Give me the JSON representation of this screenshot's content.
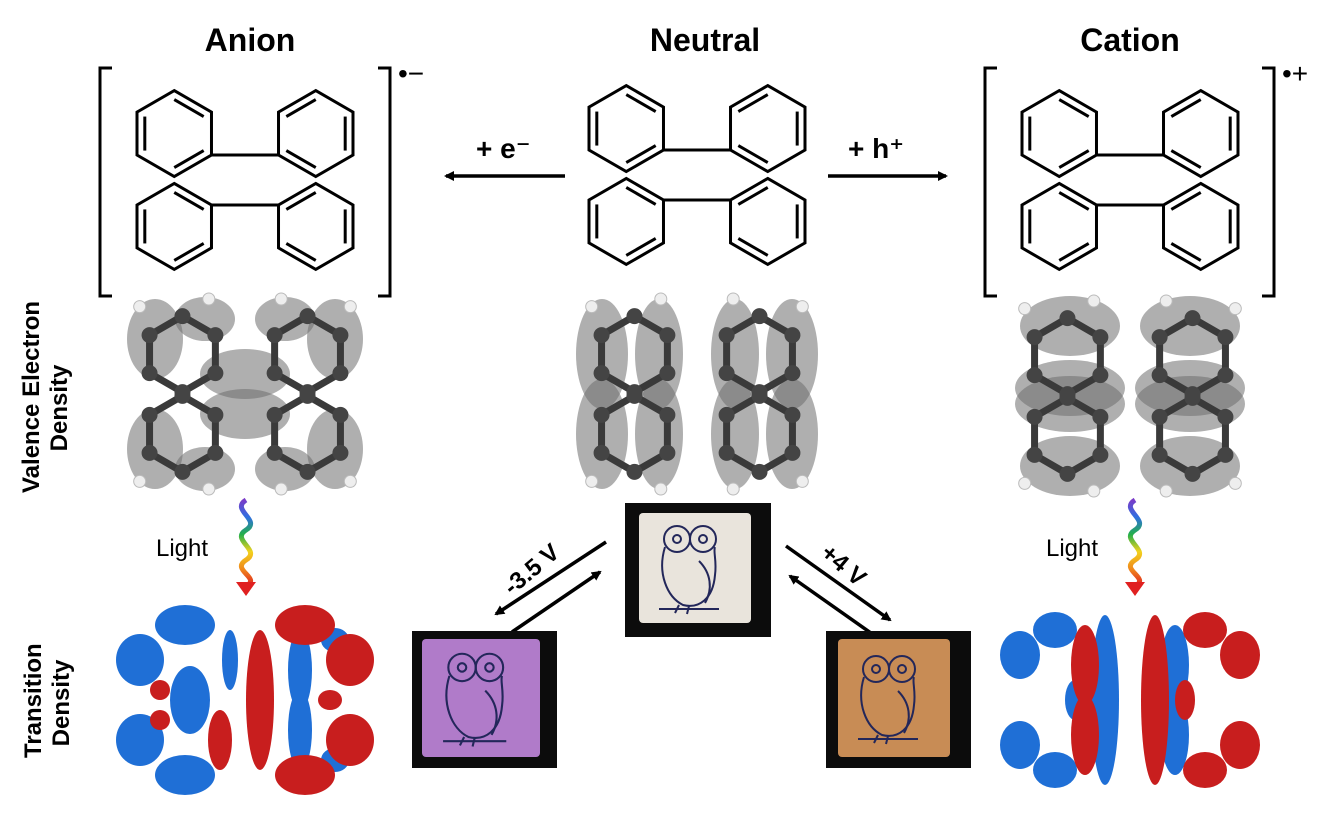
{
  "columns": {
    "anion": {
      "title": "Anion",
      "charge": "•−"
    },
    "neutral": {
      "title": "Neutral"
    },
    "cation": {
      "title": "Cation",
      "charge": "•+"
    }
  },
  "reactions": {
    "reduction": "+ e⁻",
    "oxidation": "+ h⁺"
  },
  "row_labels": {
    "valence": [
      "Valence Electron",
      "Density"
    ],
    "transition": [
      "Transition",
      "Density"
    ]
  },
  "stimulus": {
    "left": "Light",
    "right": "Light"
  },
  "voltages": {
    "negative": "-3.5 V",
    "positive": "+4 V"
  },
  "colors": {
    "density_gray": "#6e6e6e",
    "transition_blue": "#1f6fd6",
    "transition_red": "#c81e1e",
    "device_neutral": "#e9e4dc",
    "device_anion": "#b07bc9",
    "device_cation": "#c88c55"
  }
}
